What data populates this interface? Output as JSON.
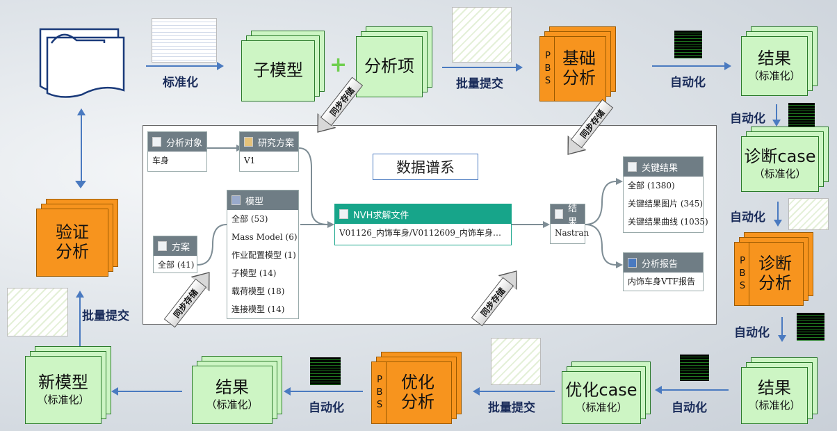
{
  "labels": {
    "standardize": "标准化",
    "batch_submit": "批量提交",
    "automate": "自动化",
    "sync_store": "同步存储",
    "plus": "+"
  },
  "boxes": {
    "submodel": "子模型",
    "analysis_item": "分析项",
    "base_analysis": "基础\n分析",
    "result1": "结果",
    "result1_sub": "（标准化）",
    "diag_case": "诊断case",
    "diag_case_sub": "（标准化）",
    "diag_analysis": "诊断\n分析",
    "result2": "结果",
    "result2_sub": "（标准化）",
    "opt_case": "优化case",
    "opt_case_sub": "（标准化）",
    "opt_analysis": "优化\n分析",
    "result3": "结果",
    "result3_sub": "（标准化）",
    "new_model": "新模型",
    "new_model_sub": "（标准化）",
    "verify_analysis": "验证\n分析",
    "pbs": [
      "P",
      "B",
      "S"
    ]
  },
  "panel": {
    "title": "数据谱系",
    "analysis_object": {
      "header": "分析对象",
      "rows": [
        "车身"
      ]
    },
    "research_plan": {
      "header": "研究方案",
      "rows": [
        "V1"
      ]
    },
    "plan": {
      "header": "方案",
      "rows": [
        "全部 (41)"
      ]
    },
    "model": {
      "header": "模型",
      "rows": [
        "全部 (53)",
        "Mass Model (6)",
        "作业配置模型 (1)",
        "子模型 (14)",
        "载荷模型 (18)",
        "连接模型 (14)"
      ]
    },
    "nvh_file": {
      "header": "NVH求解文件",
      "rows": [
        "V01126_内饰车身/V0112609_内饰车身VTF-..."
      ]
    },
    "result": {
      "header": "结果",
      "rows": [
        "Nastran"
      ]
    },
    "key_result": {
      "header": "关键结果",
      "rows": [
        "全部 (1380)",
        "关键结果图片 (345)",
        "关键结果曲线 (1035)"
      ]
    },
    "report": {
      "header": "分析报告",
      "rows": [
        "内饰车身VTF报告"
      ]
    }
  },
  "colors": {
    "green_box": "#cdf5c4",
    "orange_box": "#f7941e",
    "arrow": "#4a7ac0",
    "node_header": "#6f7d85",
    "nvh_header": "#17a58a"
  }
}
